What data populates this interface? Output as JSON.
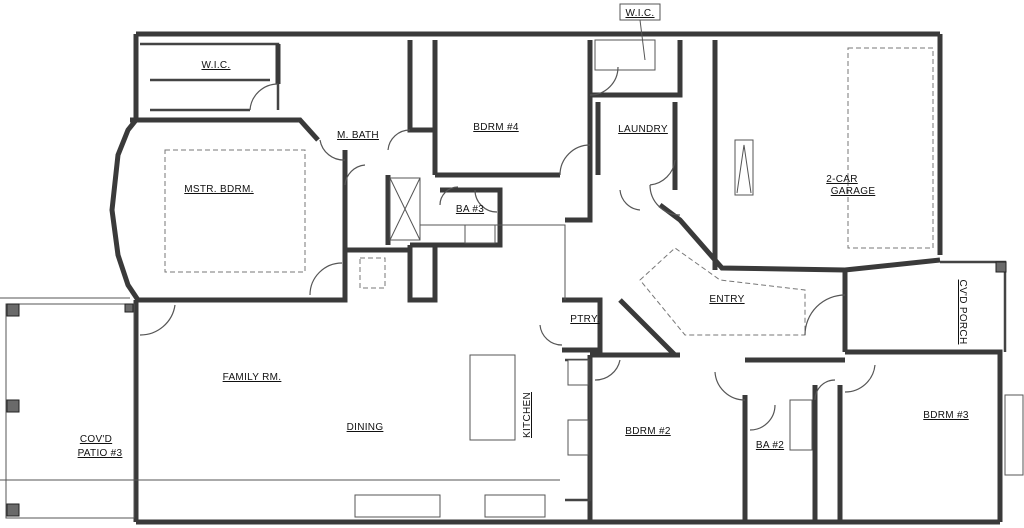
{
  "rooms": {
    "wic_top": "W.I.C.",
    "wic_left": "W.I.C.",
    "master_bath": "M. BATH",
    "bedroom4": "BDRM #4",
    "laundry": "LAUNDRY",
    "master_bedroom": "MSTR. BDRM.",
    "bath3": "BA #3",
    "garage_line1": "2-CAR",
    "garage_line2": "GARAGE",
    "entry": "ENTRY",
    "covered_porch": "CV'D PORCH",
    "pantry": "PTRY.",
    "family_room": "FAMILY RM.",
    "dining": "DINING",
    "kitchen": "KITCHEN",
    "patio_line1": "COV'D",
    "patio_line2": "PATIO #3",
    "bedroom2": "BDRM #2",
    "bath2": "BA #2",
    "bedroom3": "BDRM #3"
  },
  "colors": {
    "wall": "#3a3a3a",
    "background": "#ffffff",
    "post": "#6a6a6a"
  }
}
